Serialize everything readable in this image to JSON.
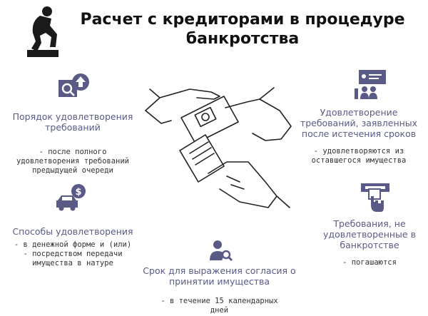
{
  "title": {
    "line1": "Расчет с кредиторами в процедуре",
    "line2": "банкротства"
  },
  "accent_color": "#5a5a86",
  "blocks": {
    "order": {
      "heading_line1": "Порядок удовлетворения",
      "heading_line2": "требований",
      "desc_line1": "- после полного",
      "desc_line2": "удовлетворения требований",
      "desc_line3": "предыдущей очереди",
      "icon": "search-up-arrow-icon"
    },
    "methods": {
      "heading": "Способы удовлетворения",
      "desc_line1": "- в денежной форме и (или)",
      "desc_line2": "- посредством передачи",
      "desc_line3": "имущества в натуре",
      "icon": "car-dollar-icon"
    },
    "term": {
      "heading_line1": "Срок для выражения согласия о",
      "heading_line2": "принятии имущества",
      "desc_line1": "- в течение 15 календарных",
      "desc_line2": "дней",
      "icon": "person-search-icon"
    },
    "after_deadline": {
      "heading_line1": "Удовлетворение",
      "heading_line2": "требований, заявленных",
      "heading_line3": "после истечения сроков",
      "desc_line1": "- удовлетворяются из",
      "desc_line2": "оставшегося имущества",
      "icon": "presentation-audience-icon"
    },
    "unsatisfied": {
      "heading_line1": "Требования, не",
      "heading_line2": "удовлетворенные в",
      "heading_line3": "банкротстве",
      "desc_line1": "- погашаются",
      "icon": "atm-hand-icon"
    }
  },
  "center_icon": "hands-exchanging-money-icon",
  "logo_icon": "thinker-statue-icon"
}
